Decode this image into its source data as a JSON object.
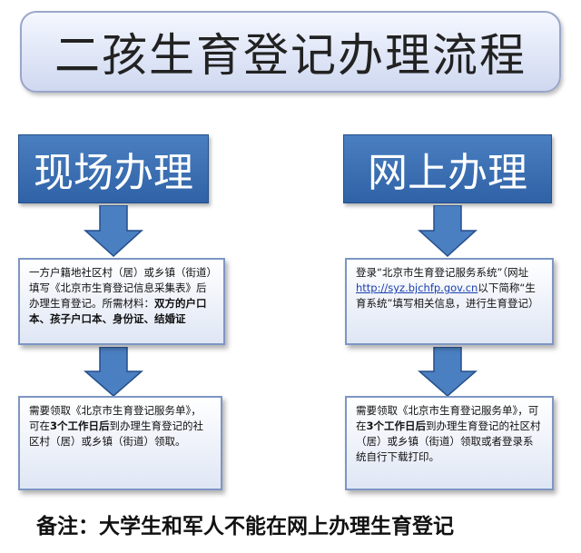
{
  "title": "二孩生育登记办理流程",
  "left": {
    "header": "现场办理",
    "step1": {
      "text": "一方户籍地社区村（居）或乡镇（街道）填写《北京市生育登记信息采集表》后办理生育登记。所需材料：",
      "bold": "双方的户口本、孩子户口本、身份证、结婚证"
    },
    "step2": {
      "text_a": "需要领取《北京市生育登记服务单》，可在",
      "bold": "3个工作日后",
      "text_b": "到办理生育登记的社区村（居）或乡镇（街道）领取。"
    }
  },
  "right": {
    "header": "网上办理",
    "step1": {
      "text_a": "登录“北京市生育登记服务系统”（网址",
      "link": "http://syz.bjchfp.gov.cn",
      "text_b": "以下简称“生育系统”填写相关信息，进行生育登记）"
    },
    "step2": {
      "text_a": "需要领取《北京市生育登记服务单》，可在",
      "bold": "3个工作日后",
      "text_b": "到办理生育登记的社区村（居）或乡镇（街道）领取或者登录系统自行下载打印。"
    }
  },
  "note": "备注：大学生和军人不能在网上办理生育登记",
  "colors": {
    "header_fill": "#3a6db3",
    "arrow_fill": "#4a7fc1",
    "box_border": "#7d96c4"
  }
}
